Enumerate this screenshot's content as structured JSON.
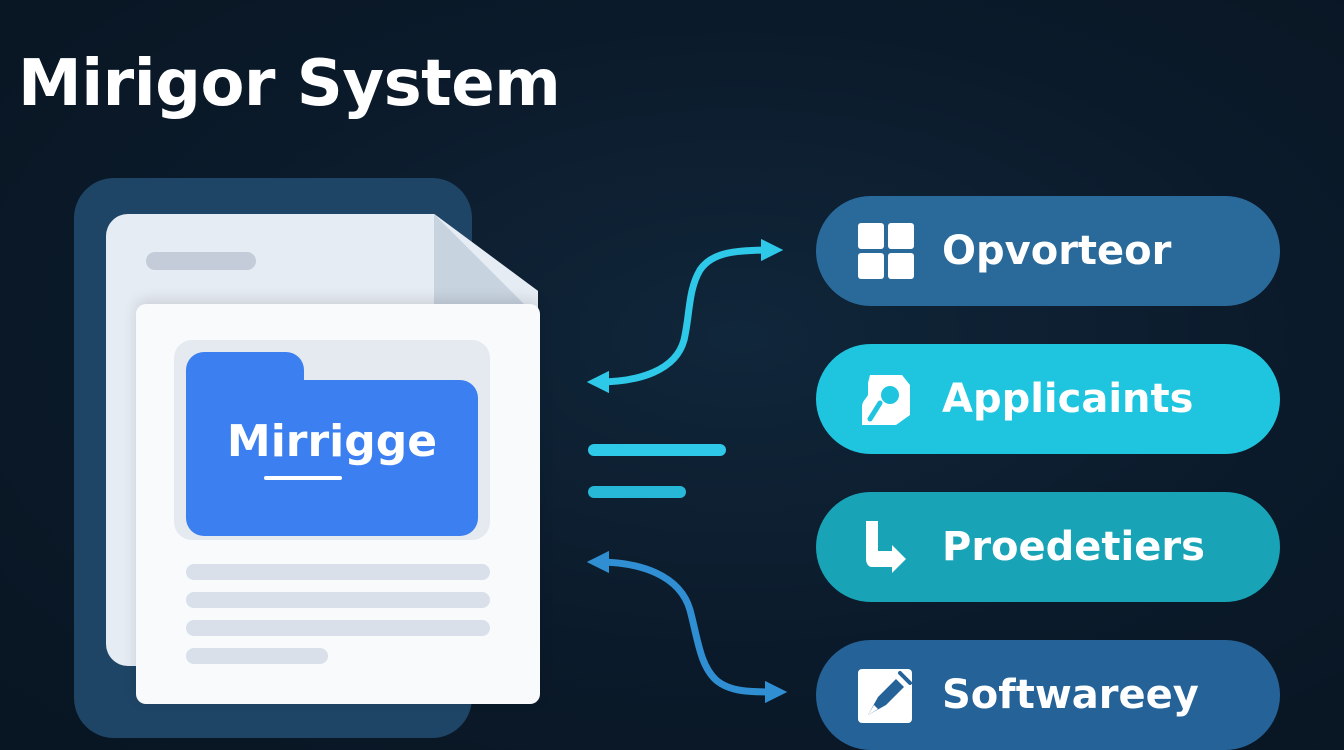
{
  "title": "Mirigor System",
  "document": {
    "folder_label": "Mirrigge"
  },
  "items": [
    {
      "label": "Opvorteor",
      "icon": "grid-icon",
      "color": "#2a6a9a"
    },
    {
      "label": "Applicaints",
      "icon": "face-icon",
      "color": "#1fc5df"
    },
    {
      "label": "Proedetiers",
      "icon": "arrow-down-icon",
      "color": "#18a4b6"
    },
    {
      "label": "Softwareey",
      "icon": "edit-icon",
      "color": "#246298"
    }
  ],
  "colors": {
    "background": "#0b1a2a",
    "folder": "#3b7ff0",
    "connector": "#2ec8e8"
  }
}
